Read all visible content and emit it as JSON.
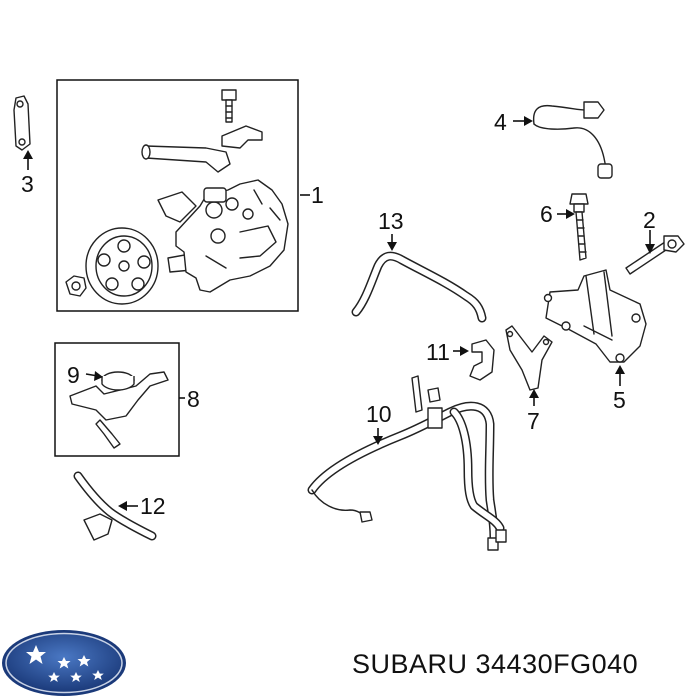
{
  "footer": {
    "caption": "SUBARU 34430FG040"
  },
  "logo": {
    "name": "subaru-logo-icon",
    "color_dark": "#1b3a7a",
    "color_light": "#4a78c4"
  },
  "callouts": [
    {
      "id": "c1",
      "label": "1"
    },
    {
      "id": "c2",
      "label": "2"
    },
    {
      "id": "c3",
      "label": "3"
    },
    {
      "id": "c4",
      "label": "4"
    },
    {
      "id": "c5",
      "label": "5"
    },
    {
      "id": "c6",
      "label": "6"
    },
    {
      "id": "c7",
      "label": "7"
    },
    {
      "id": "c8",
      "label": "8"
    },
    {
      "id": "c9",
      "label": "9"
    },
    {
      "id": "c10",
      "label": "10"
    },
    {
      "id": "c11",
      "label": "11"
    },
    {
      "id": "c12",
      "label": "12"
    },
    {
      "id": "c13",
      "label": "13"
    }
  ]
}
